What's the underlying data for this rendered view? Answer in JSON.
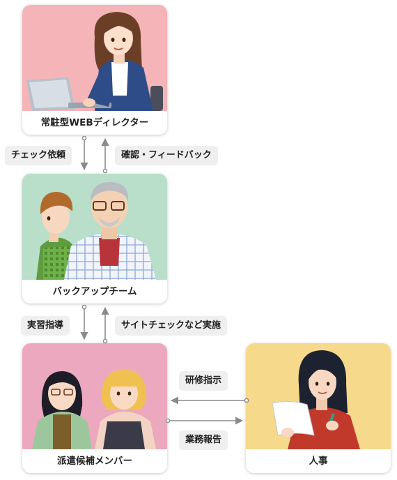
{
  "nodes": {
    "director": {
      "label": "常駐型WEBディレクター",
      "bg": "#f4b4b8"
    },
    "backup": {
      "label": "バックアップチーム",
      "bg": "#b9dfcb"
    },
    "members": {
      "label": "派遣候補メンバー",
      "bg": "#eca8be"
    },
    "hr": {
      "label": "人事",
      "bg": "#f7d98c"
    }
  },
  "edges": {
    "check_request": "チェック依頼",
    "confirm_feedback": "確認・フィードバック",
    "training_guidance": "実習指導",
    "site_check": "サイトチェックなど実施",
    "training_instruction": "研修指示",
    "work_report": "業務報告"
  }
}
